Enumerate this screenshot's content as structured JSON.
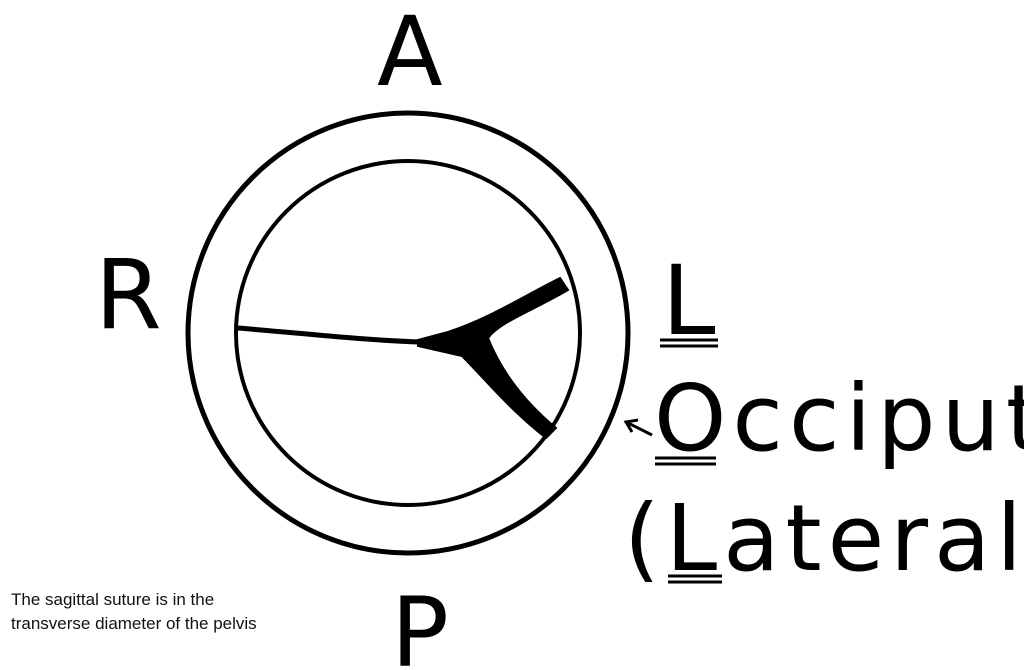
{
  "labels": {
    "anterior": "A",
    "posterior": "P",
    "right": "R",
    "left": "L",
    "occiput": "Occiput",
    "lateral": "(Lateral)"
  },
  "caption": {
    "line1": "The sagittal suture is in the",
    "line2": "transverse diameter of the pelvis"
  }
}
